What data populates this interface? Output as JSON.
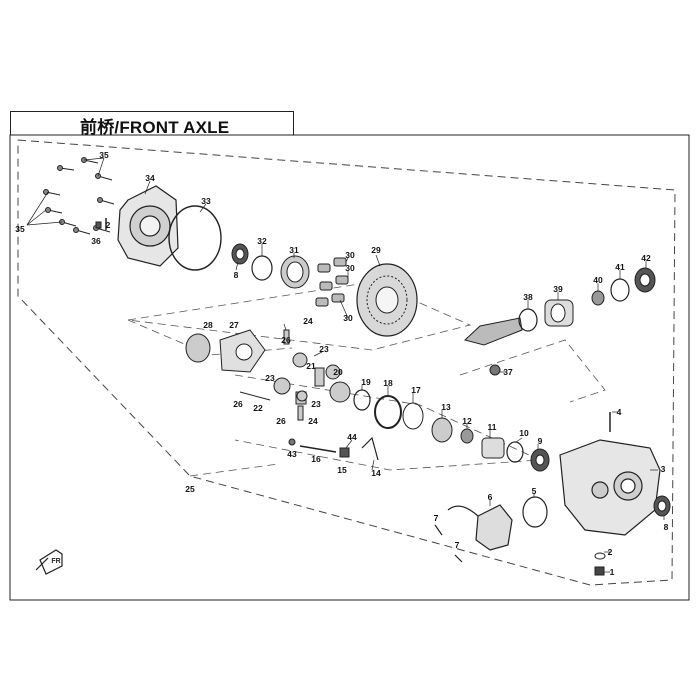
{
  "page": {
    "title": "前桥/FRONT AXLE",
    "direction_marker": "FR"
  },
  "callouts": [
    {
      "id": "c35a",
      "label": "35"
    },
    {
      "id": "c34",
      "label": "34"
    },
    {
      "id": "c33",
      "label": "33"
    },
    {
      "id": "c35b",
      "label": "35"
    },
    {
      "id": "c36",
      "label": "36"
    },
    {
      "id": "c2a",
      "label": "2"
    },
    {
      "id": "c8a",
      "label": "8"
    },
    {
      "id": "c32",
      "label": "32"
    },
    {
      "id": "c31",
      "label": "31"
    },
    {
      "id": "c30a",
      "label": "30"
    },
    {
      "id": "c30b",
      "label": "30"
    },
    {
      "id": "c30c",
      "label": "30"
    },
    {
      "id": "c29",
      "label": "29"
    },
    {
      "id": "c38",
      "label": "38"
    },
    {
      "id": "c39",
      "label": "39"
    },
    {
      "id": "c40",
      "label": "40"
    },
    {
      "id": "c41",
      "label": "41"
    },
    {
      "id": "c42",
      "label": "42"
    },
    {
      "id": "c28",
      "label": "28"
    },
    {
      "id": "c27",
      "label": "27"
    },
    {
      "id": "c24a",
      "label": "24"
    },
    {
      "id": "c26a",
      "label": "26"
    },
    {
      "id": "c23a",
      "label": "23"
    },
    {
      "id": "c21",
      "label": "21"
    },
    {
      "id": "c20",
      "label": "20"
    },
    {
      "id": "c37",
      "label": "37"
    },
    {
      "id": "c23b",
      "label": "23"
    },
    {
      "id": "c22",
      "label": "22"
    },
    {
      "id": "c26b",
      "label": "26"
    },
    {
      "id": "c23c",
      "label": "23"
    },
    {
      "id": "c26c",
      "label": "26"
    },
    {
      "id": "c24b",
      "label": "24"
    },
    {
      "id": "c19",
      "label": "19"
    },
    {
      "id": "c18",
      "label": "18"
    },
    {
      "id": "c17",
      "label": "17"
    },
    {
      "id": "c13",
      "label": "13"
    },
    {
      "id": "c12",
      "label": "12"
    },
    {
      "id": "c11",
      "label": "11"
    },
    {
      "id": "c10",
      "label": "10"
    },
    {
      "id": "c9",
      "label": "9"
    },
    {
      "id": "c4",
      "label": "4"
    },
    {
      "id": "c43",
      "label": "43"
    },
    {
      "id": "c16",
      "label": "16"
    },
    {
      "id": "c44",
      "label": "44"
    },
    {
      "id": "c15",
      "label": "15"
    },
    {
      "id": "c14",
      "label": "14"
    },
    {
      "id": "c3",
      "label": "3"
    },
    {
      "id": "c25",
      "label": "25"
    },
    {
      "id": "c6",
      "label": "6"
    },
    {
      "id": "c5",
      "label": "5"
    },
    {
      "id": "c8b",
      "label": "8"
    },
    {
      "id": "c7a",
      "label": "7"
    },
    {
      "id": "c7b",
      "label": "7"
    },
    {
      "id": "c2b",
      "label": "2"
    },
    {
      "id": "c1",
      "label": "1"
    }
  ]
}
